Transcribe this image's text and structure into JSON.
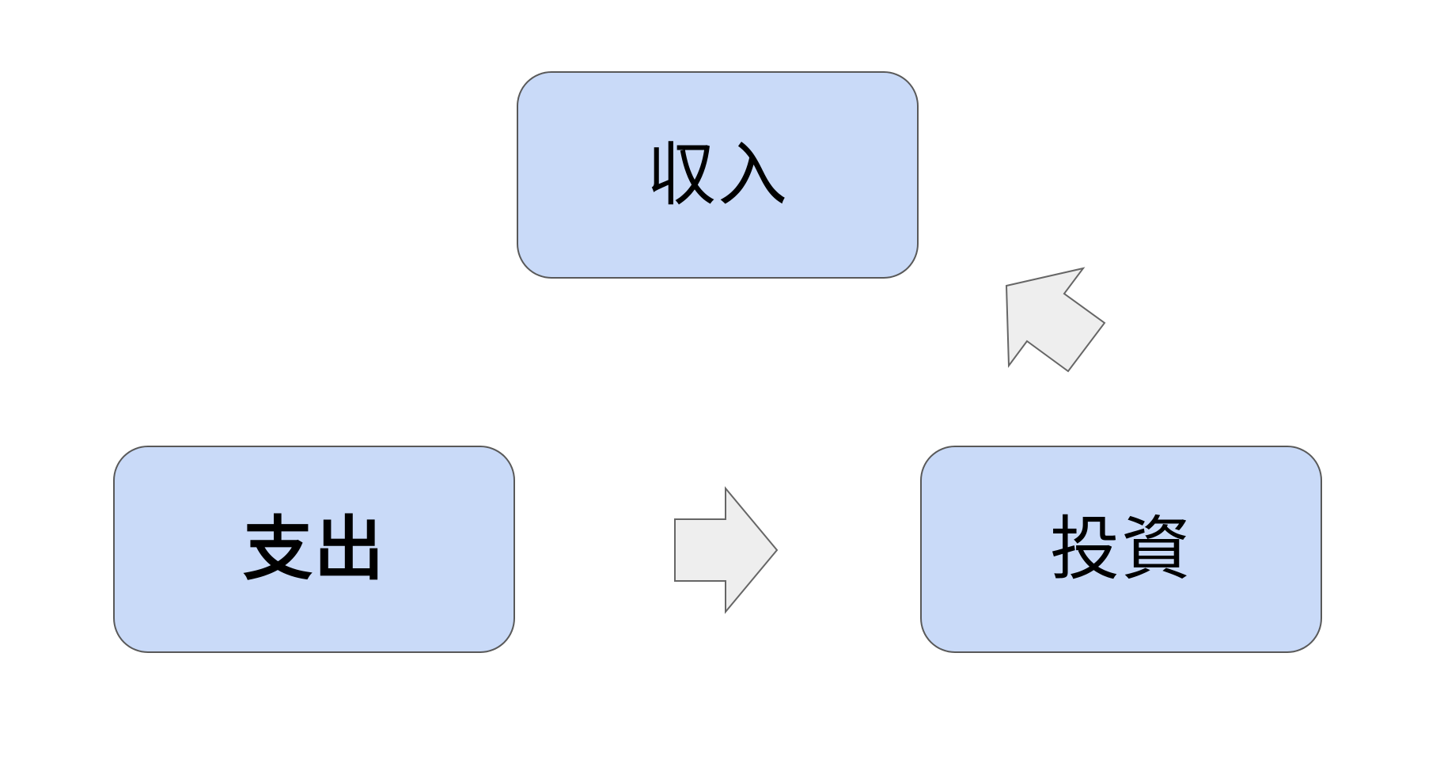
{
  "diagram": {
    "nodes": {
      "income": {
        "label": "収入"
      },
      "expense": {
        "label": "支出"
      },
      "investment": {
        "label": "投資"
      }
    },
    "colors": {
      "node_fill": "#c9daf8",
      "node_border": "#595959",
      "arrow_fill": "#eeeeee",
      "arrow_border": "#666666"
    }
  }
}
